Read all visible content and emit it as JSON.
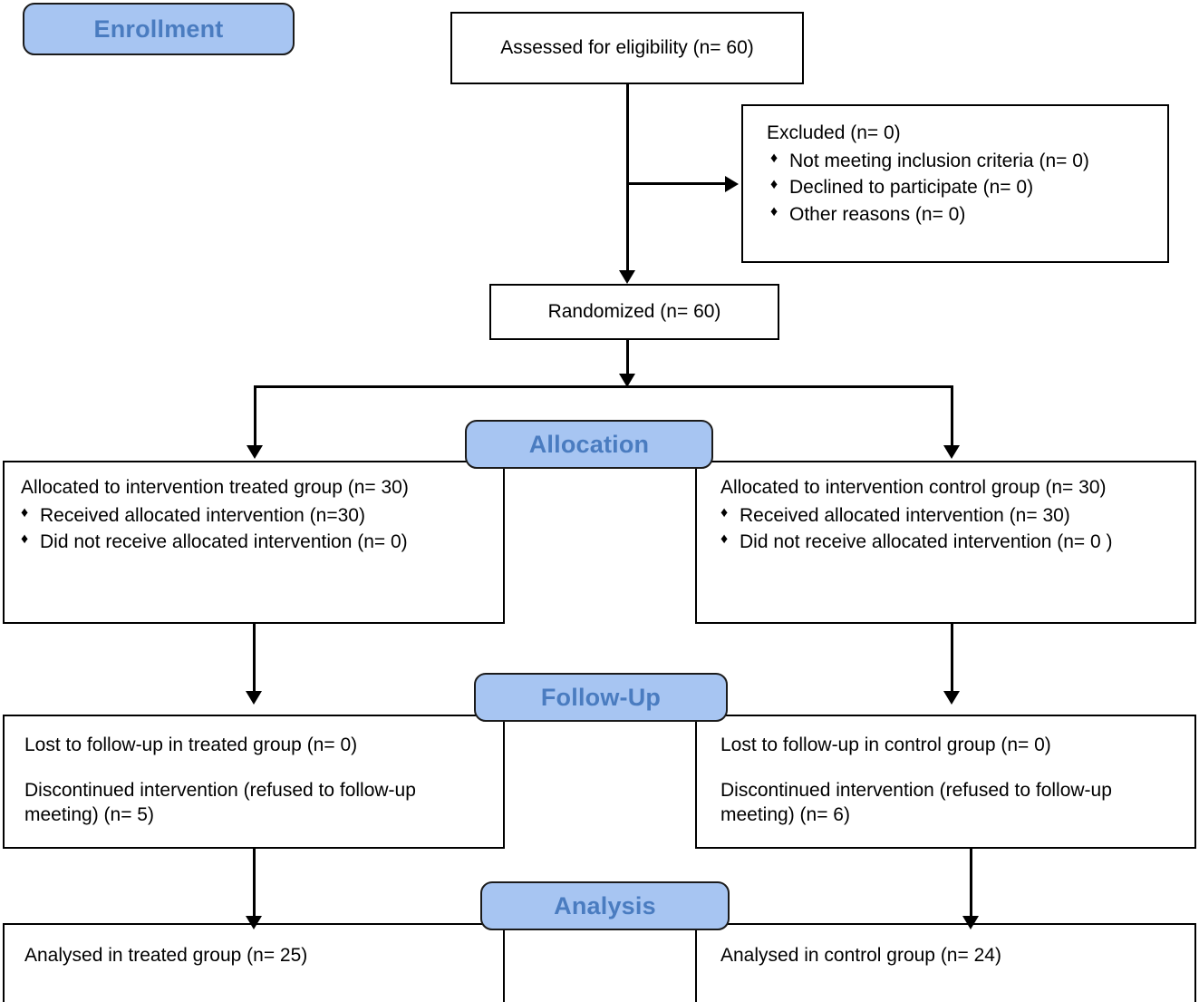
{
  "theme": {
    "stage_fill": "#A7C5F2",
    "stage_text": "#4A7CC0",
    "stage_border": "#1b1b1b",
    "box_border": "#000000",
    "box_fill": "#ffffff",
    "text": "#000000",
    "page_bg": "#ffffff"
  },
  "stages": {
    "enrollment": "Enrollment",
    "allocation": "Allocation",
    "followup": "Follow-Up",
    "analysis": "Analysis"
  },
  "enrollment": {
    "assessed": "Assessed for eligibility (n= 60)",
    "excluded_title": "Excluded (n= 0)",
    "excluded_reasons": [
      "Not meeting inclusion criteria (n= 0)",
      "Declined to participate (n= 0)",
      "Other reasons (n= 0)"
    ],
    "randomized": "Randomized (n= 60)"
  },
  "allocation": {
    "left": {
      "title": "Allocated to intervention treated group (n= 30)",
      "bullets": [
        "Received allocated intervention (n=30)",
        "Did not receive allocated intervention (n= 0)"
      ]
    },
    "right": {
      "title": "Allocated to intervention control group (n= 30)",
      "bullets": [
        "Received allocated intervention (n= 30)",
        "Did not receive allocated intervention (n= 0 )"
      ]
    }
  },
  "followup": {
    "left": {
      "lost": "Lost to follow-up in treated group (n= 0)",
      "discontinued": "Discontinued intervention (refused to follow-up meeting) (n= 5)"
    },
    "right": {
      "lost": "Lost to follow-up in control group (n= 0)",
      "discontinued": "Discontinued intervention (refused to follow-up meeting) (n= 6)"
    }
  },
  "analysis": {
    "left": "Analysed in treated group (n= 25)",
    "right": "Analysed in control group (n= 24)"
  },
  "icons": {
    "bullet": "♦"
  }
}
